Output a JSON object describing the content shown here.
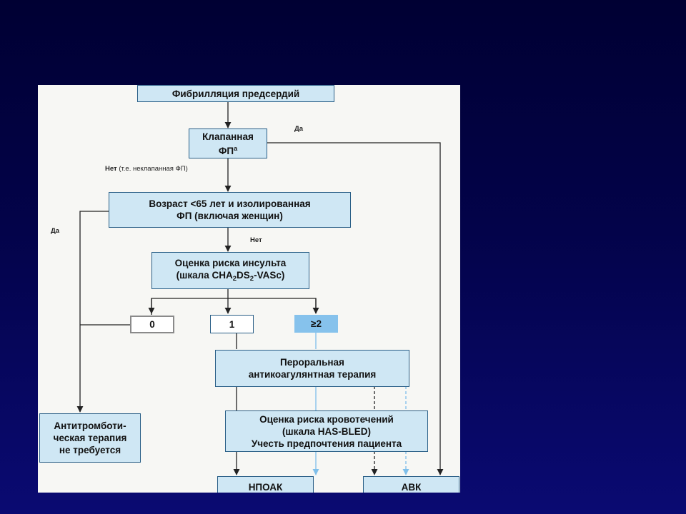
{
  "flowchart": {
    "start": "Фибрилляция предсердий",
    "valvular": {
      "line1": "Клапанная",
      "line2": "ФП",
      "sup": "a"
    },
    "label_yes_valvular": "Да",
    "label_no_valvular": "Нет",
    "label_no_valvular_note": "(т.е. неклапанная ФП)",
    "age": "Возраст <65 лет и изолированная\nФП (включая женщин)",
    "label_yes_age": "Да",
    "label_no_age": "Нет",
    "stroke": {
      "line1": "Оценка риска инсульта",
      "pre": "(шкала CHA",
      "s1": "2",
      "mid": "DS",
      "s2": "2",
      "post": "-VASc)"
    },
    "score_0": "0",
    "score_1": "1",
    "score_2": "≥2",
    "oral": "Пероральная\nантикоагулянтная терапия",
    "no_therapy": "Антитромботи-\nческая терапия\nне требуется",
    "bleeding": "Оценка риска кровотечений\n(шкала HAS-BLED)\nУчесть предпочтения пациента",
    "noac": "НПОАК",
    "vka": "АВК"
  },
  "colors": {
    "background_top": "#000033",
    "background_bottom": "#0a0a72",
    "box_fill": "#cfe7f4",
    "box_border": "#2a5f87",
    "highlight_box": "#86c2ec",
    "light_arrow": "#7fbfea"
  }
}
